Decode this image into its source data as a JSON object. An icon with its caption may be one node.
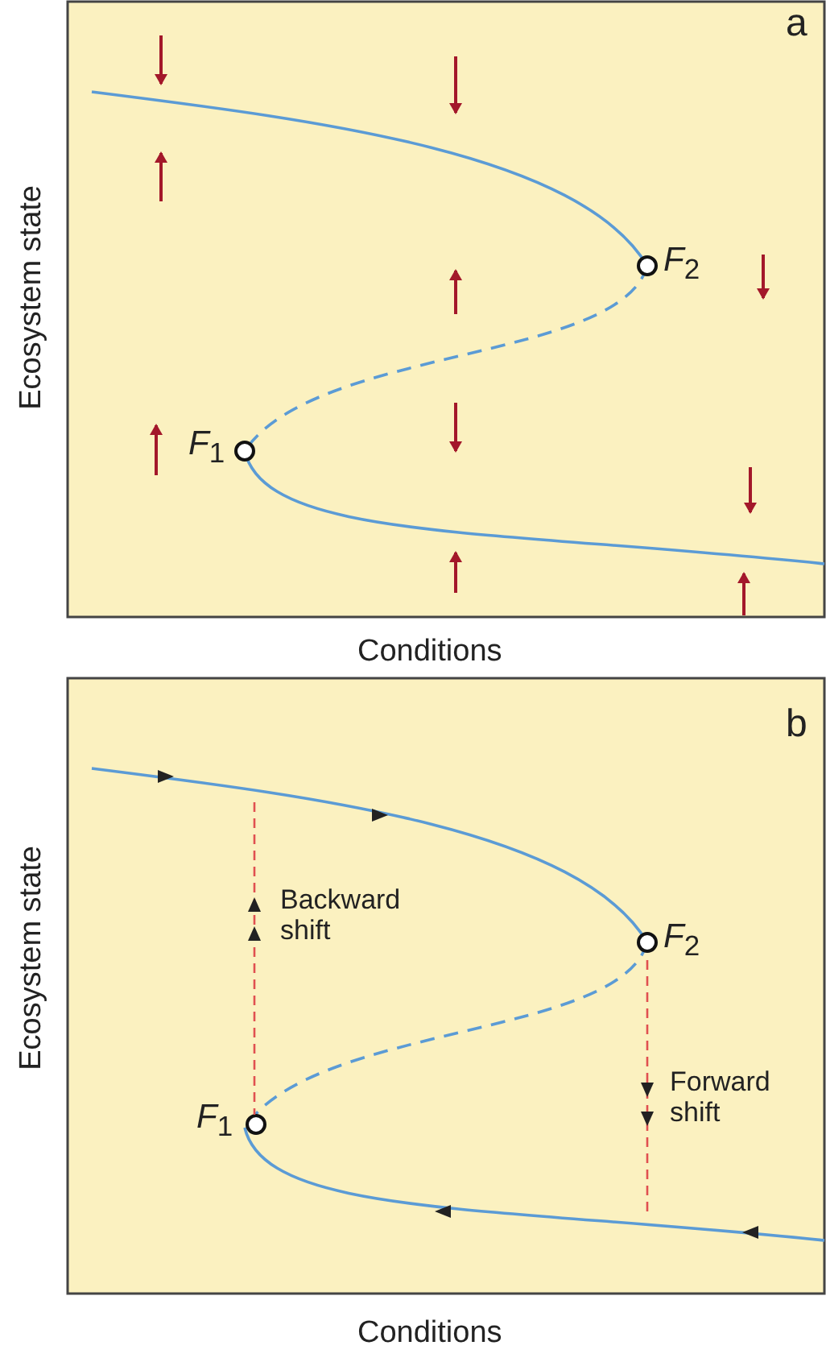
{
  "diagram": {
    "labels": [
      "a",
      "Ecosystem state",
      "*F*$_{2}$",
      "*F*$_{1}$",
      "Conditions",
      "b",
      "Ecosystem state",
      "Backward shift",
      "*F*$_{2}$",
      "Forward shift",
      "*F*$_{1}$",
      "Conditions"
    ]
  }
}
